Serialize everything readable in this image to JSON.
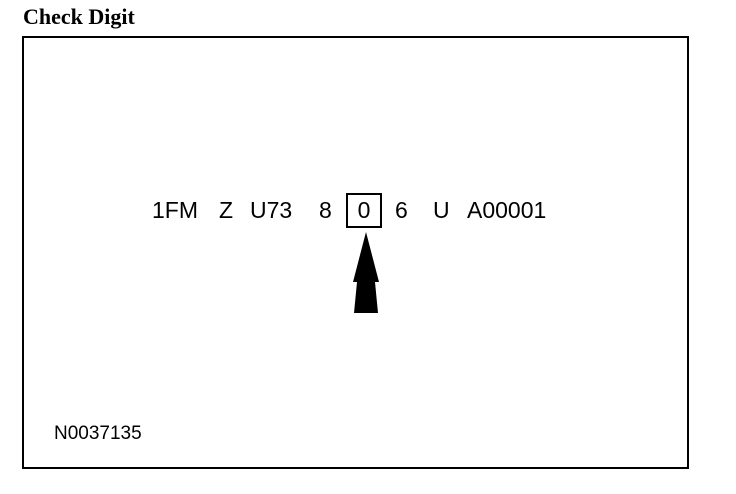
{
  "title": "Check Digit",
  "vin": {
    "segments": [
      "1FM",
      "Z",
      "U73",
      "8",
      "6",
      "U",
      "A00001"
    ],
    "check_digit": "0"
  },
  "figure_id": "N0037135",
  "colors": {
    "ink": "#000000",
    "background": "#ffffff"
  },
  "icons": {
    "pointer": "up-arrow-icon"
  }
}
